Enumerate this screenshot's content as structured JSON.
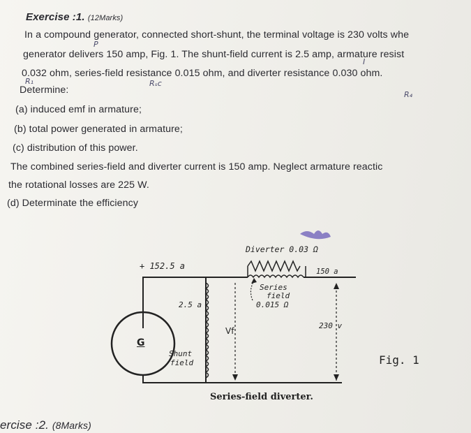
{
  "exercise1": {
    "title": "Exercise :1.",
    "marks": "(12Marks)",
    "intro_lines": [
      "In a compound generator, connected short-shunt, the terminal voltage is 230 volts whe",
      "generator delivers 150 amp, Fig. 1. The shunt-field current is 2.5 amp, armature resist",
      "0.032 ohm, series-field resistance 0.015 ohm, and diverter resistance 0.030 ohm."
    ],
    "determine": "Determine:",
    "items": [
      "(a) induced emf in armature;",
      "(b) total power generated in armature;",
      "(c) distribution of this power."
    ],
    "note_lines": [
      "The combined series-field and diverter current is 150 amp. Neglect armature reactic",
      "the rotational losses are 225 W."
    ],
    "item_d": "(d) Determinate the efficiency"
  },
  "annotations": {
    "p": "P",
    "i": "I",
    "ra": "R₁",
    "rsc": "Rₛc",
    "rd": "R₄"
  },
  "figure": {
    "diverter_label": "Diverter 0.03 Ω",
    "line_current": "150 a",
    "armature_current": "+ 152.5 a",
    "shunt_current": "2.5 a",
    "series_label_1": "Series",
    "series_label_2": "field",
    "series_label_3": "0.015 Ω",
    "terminal_voltage": "230 v",
    "vf_label": "Vf",
    "generator": "G",
    "shunt_label_1": "Shunt",
    "shunt_label_2": "field",
    "caption": "Series-field diverter.",
    "fig_label": "Fig. 1"
  },
  "exercise2": {
    "title": "ercise :2.",
    "marks": "(8Marks)"
  }
}
